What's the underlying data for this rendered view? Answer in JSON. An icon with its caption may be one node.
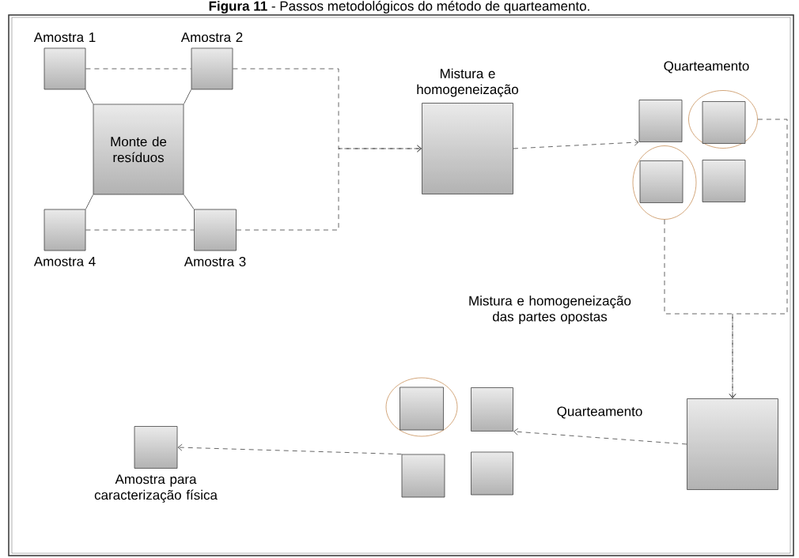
{
  "diagram": {
    "title": "**Figura 11** - Passos metodológicos do método de quarteamento.",
    "nodes": [
      {
        "text": [
          "Monte de resíduos"
        ]
      },
      {
        "text": [
          "Amostra 1"
        ]
      },
      {
        "text": [
          "Amostra 2"
        ]
      },
      {
        "text": [
          "Amostra 3"
        ]
      },
      {
        "text": [
          "Amostra 4"
        ]
      },
      {
        "text": [
          "Mistura  e homogeneização"
        ]
      },
      {
        "text": [],
        "shape": "box"
      },
      {
        "text": [],
        "shape": "circle"
      },
      {
        "text": [],
        "shape": "box",
        "in": 7
      },
      {
        "text": [],
        "shape": "circle"
      },
      {
        "text": [],
        "shape": "box",
        "in": 9
      },
      {
        "text": [],
        "shape": "box"
      },
      {
        "text": [],
        "shape": "box"
      },
      {
        "text": [],
        "shape": "circle"
      },
      {
        "text": [],
        "shape": "box",
        "in": 13
      },
      {
        "text": [],
        "shape": "box"
      },
      {
        "text": [],
        "shape": "box"
      },
      {
        "text": [],
        "shape": "box"
      },
      {
        "text": [
          "Amostra para caracterização física"
        ]
      }
    ],
    "edges": [
      {
        "from": 1,
        "to": 0,
        "arrow": "none"
      },
      {
        "from": 2,
        "to": 0,
        "arrow": "none"
      },
      {
        "from": 3,
        "to": 0,
        "arrow": "none"
      },
      {
        "from": 4,
        "to": 0,
        "arrow": "none"
      },
      {
        "from": 1,
        "to": 2,
        "arrow": "none",
        "style": "dashed"
      },
      {
        "from": 2,
        "to": 5,
        "arrow": "to",
        "style": "dashed"
      },
      {
        "from": 3,
        "to": 5,
        "arrow": "to",
        "style": "dashed"
      },
      {
        "from": 4,
        "to": 3,
        "arrow": "none",
        "style": "dashed"
      },
      {
        "from": 5,
        "to": 6,
        "arrow": "to",
        "style": "dashed"
      },
      {
        "from": 7,
        "to": 12,
        "arrow": "to",
        "style": "dashed"
      },
      {
        "from": 9,
        "to": 12,
        "arrow": "to",
        "style": "dashed",
        "label": "Mistura e homogeneização das partes opostas"
      },
      {
        "from": 12,
        "to": 15,
        "arrow": "to",
        "style": "dashed",
        "label": "Quarteamento"
      },
      {
        "from": 16,
        "to": 18,
        "arrow": "to",
        "style": "dashed"
      }
    ],
    "labels": [
      "Quarteamento"
    ]
  }
}
